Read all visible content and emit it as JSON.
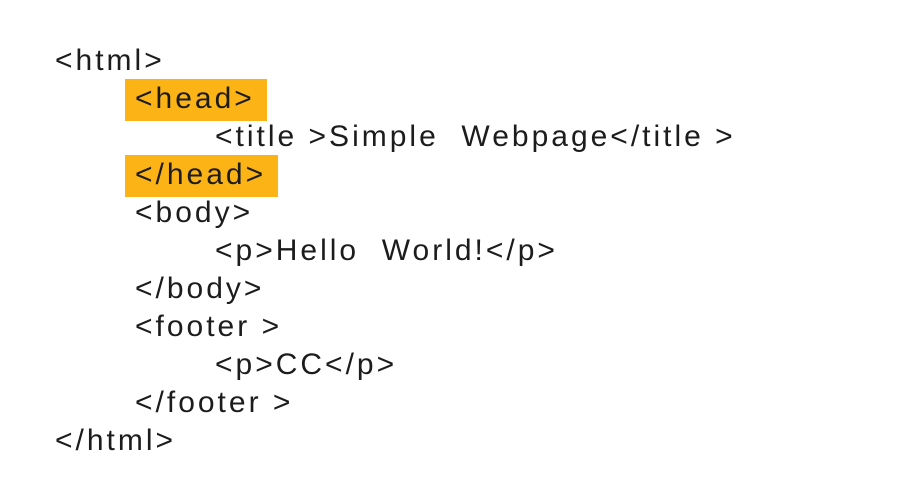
{
  "code_listing": {
    "text_color": "#1c1c1c",
    "highlight_color": "#FCB316",
    "background_color": "#ffffff",
    "lines": [
      {
        "text": "<html>",
        "indent": 0,
        "highlighted": false
      },
      {
        "text": "<head>",
        "indent": 1,
        "highlighted": true
      },
      {
        "text": "<title >Simple  Webpage</title >",
        "indent": 2,
        "highlighted": false
      },
      {
        "text": "</head>",
        "indent": 1,
        "highlighted": true
      },
      {
        "text": "<body>",
        "indent": 1,
        "highlighted": false
      },
      {
        "text": "<p>Hello  World!</p>",
        "indent": 2,
        "highlighted": false
      },
      {
        "text": "</body>",
        "indent": 1,
        "highlighted": false
      },
      {
        "text": "<footer >",
        "indent": 1,
        "highlighted": false
      },
      {
        "text": "<p>CC</p>",
        "indent": 2,
        "highlighted": false
      },
      {
        "text": "</footer >",
        "indent": 1,
        "highlighted": false
      },
      {
        "text": "</html>",
        "indent": 0,
        "highlighted": false
      }
    ]
  }
}
